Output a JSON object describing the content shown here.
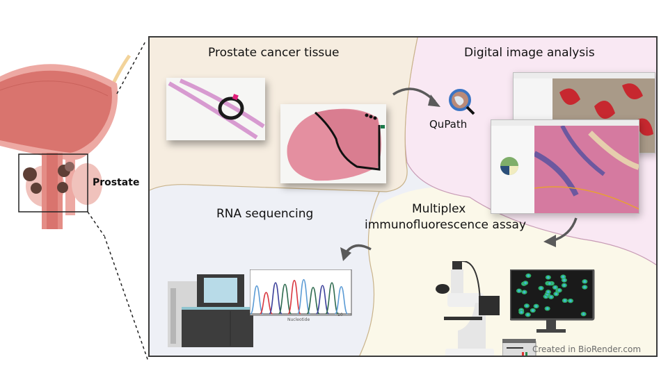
{
  "anatomy": {
    "organ_label": "Prostate"
  },
  "panels": {
    "tissue": {
      "title": "Prostate cancer tissue",
      "color": "#f6ede0"
    },
    "digital": {
      "title": "Digital image analysis",
      "software_label": "QuPath",
      "color": "#f9e8f3"
    },
    "mif": {
      "title_line1": "Multiplex",
      "title_line2": "immunofluorescence assay",
      "color": "#fbf8e9"
    },
    "rna": {
      "title": "RNA sequencing",
      "color": "#eef0f6"
    }
  },
  "chromatogram": {
    "xlabel": "Nucleotide",
    "tick_end": "10",
    "peak_colors": [
      "#5b9bd5",
      "#d9363e",
      "#3b3f9a",
      "#2e6b4f",
      "#d9363e",
      "#5b9bd5",
      "#2e6b4f",
      "#3b3f9a",
      "#2e6b4f",
      "#5b9bd5"
    ]
  },
  "credit": "Created in BioRender.com"
}
